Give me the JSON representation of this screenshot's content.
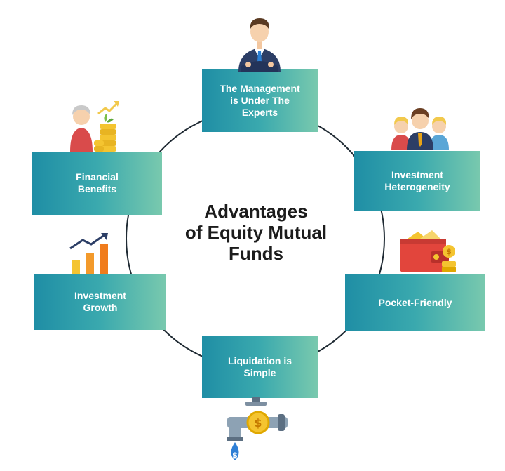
{
  "title": "Advantages\nof Equity Mutual\nFunds",
  "items": [
    {
      "label": "The Management\nis Under The\nExperts",
      "icon": "businessman-icon"
    },
    {
      "label": "Investment\nHeterogeneity",
      "icon": "people-group-icon"
    },
    {
      "label": "Pocket-Friendly",
      "icon": "wallet-icon"
    },
    {
      "label": "Liquidation is\nSimple",
      "icon": "money-tap-icon"
    },
    {
      "label": "Investment\nGrowth",
      "icon": "growth-chart-icon"
    },
    {
      "label": "Financial\nBenefits",
      "icon": "elder-coins-icon"
    }
  ],
  "colors": {
    "box_start": "#1f8ea5",
    "box_end": "#79c9ae",
    "ring": "#1f2a33",
    "coin": "#f4c430"
  }
}
